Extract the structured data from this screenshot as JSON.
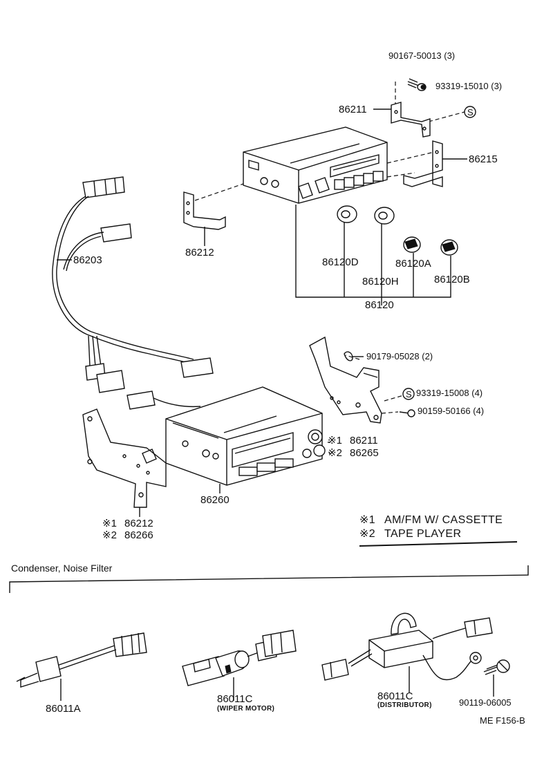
{
  "labels": {
    "p90167": "90167-50013 (3)",
    "p93319a": "93319-15010 (3)",
    "p86211": "86211",
    "pS1": "S",
    "p86215": "86215",
    "p86212": "86212",
    "p86203": "86203",
    "p86120D": "86120D",
    "p86120A": "86120A",
    "p86120H": "86120H",
    "p86120B": "86120B",
    "p86120": "86120",
    "p90179": "90179-05028 (2)",
    "pS2": "S",
    "p93319b": "93319-15008 (4)",
    "p90159": "90159-50166 (4)",
    "p1_86211": "86211",
    "p2_86265": "86265",
    "p86260": "86260",
    "p1_86212": "86212",
    "p2_86266": "86266",
    "note1": "AM/FM W/ CASSETTE",
    "note2": "TAPE PLAYER",
    "section_title": "Condenser, Noise Filter",
    "p86011A": "86011A",
    "p86011C_w": "86011C",
    "wiper": "(WIPER MOTOR)",
    "p86011C_d": "86011C",
    "dist": "(DISTRIBUTOR)",
    "p90119": "90119-06005",
    "code": "ME  F156-B",
    "mark1": "※1",
    "mark2": "※2"
  },
  "colors": {
    "ink": "#111111",
    "paper": "#ffffff"
  }
}
